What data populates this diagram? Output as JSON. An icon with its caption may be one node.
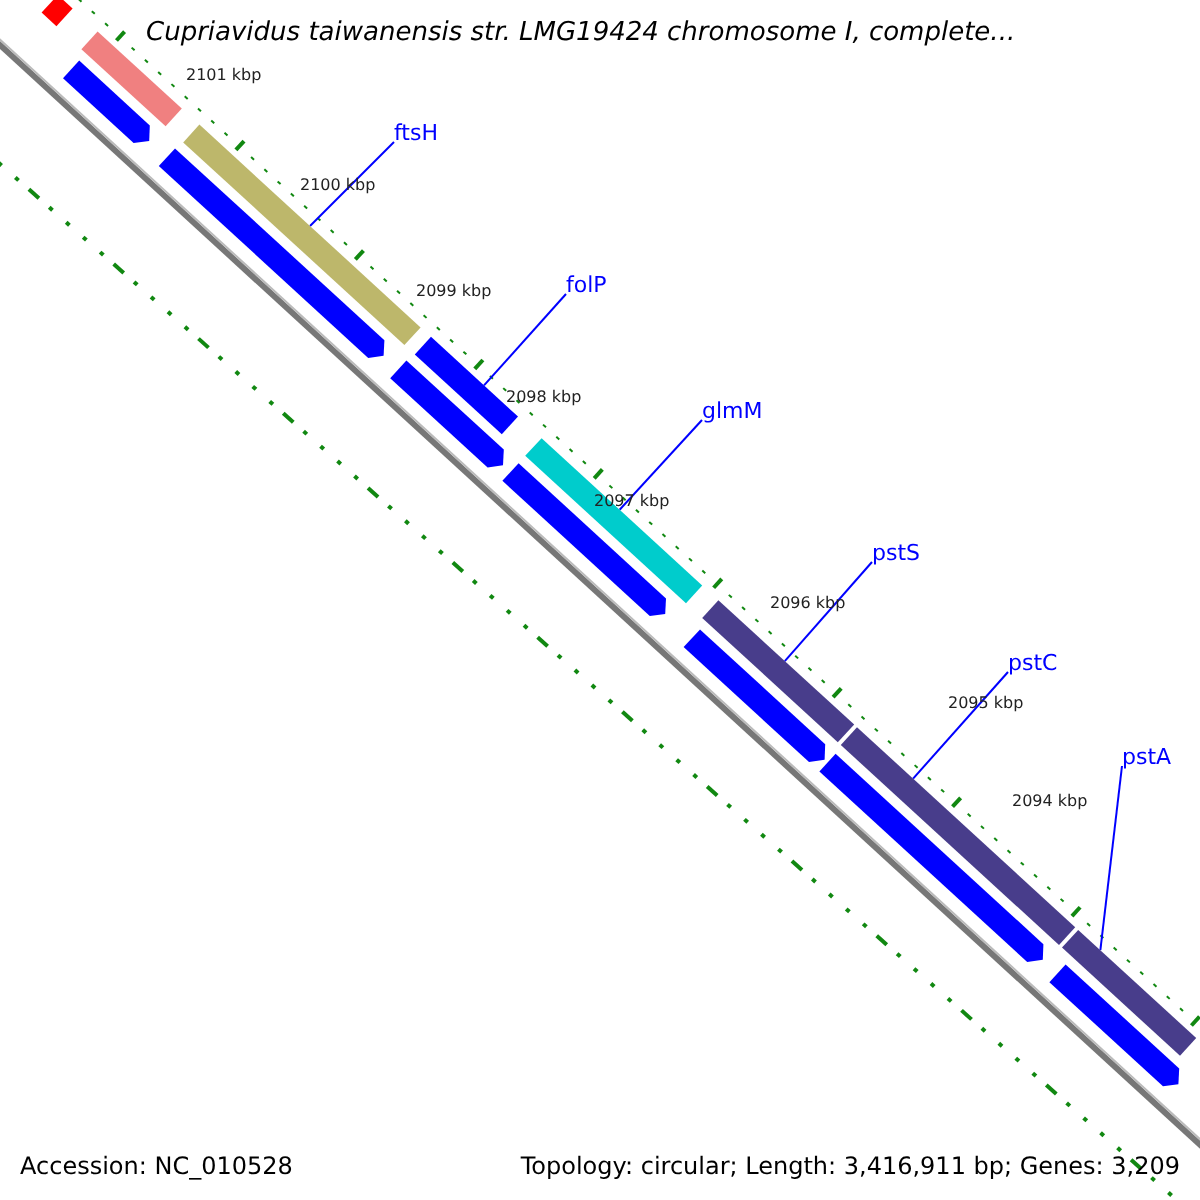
{
  "diagram": {
    "title": "Cupriavidus taiwanensis str. LMG19424 chromosome I, complete...",
    "nodes": [
      {
        "text": [
          "ftsH"
        ]
      },
      {
        "text": [],
        "shape": "bar"
      },
      {
        "text": [
          "folP"
        ]
      },
      {
        "text": [],
        "shape": "bar"
      },
      {
        "text": [
          "glmM"
        ]
      },
      {
        "text": [],
        "shape": "bar"
      },
      {
        "text": [
          "pstS"
        ]
      },
      {
        "text": [],
        "shape": "bar"
      },
      {
        "text": [
          "pstC"
        ]
      },
      {
        "text": [],
        "shape": "bar"
      },
      {
        "text": [
          "pstA"
        ]
      },
      {
        "text": [],
        "shape": "bar"
      },
      {
        "text": [],
        "shape": "bar"
      },
      {
        "text": [],
        "shape": "bar"
      },
      {
        "text": [],
        "shape": "bar"
      },
      {
        "text": [],
        "shape": "bar"
      },
      {
        "text": [],
        "shape": "bar"
      },
      {
        "text": [],
        "shape": "bar"
      },
      {
        "text": [],
        "shape": "bar"
      },
      {
        "text": [],
        "shape": "bar"
      },
      {
        "text": [],
        "shape": "bar"
      }
    ],
    "edges": [
      {
        "from": 0,
        "to": 1,
        "arrow": "none"
      },
      {
        "from": 2,
        "to": 3,
        "arrow": "none"
      },
      {
        "from": 4,
        "to": 5,
        "arrow": "none"
      },
      {
        "from": 6,
        "to": 7,
        "arrow": "none"
      },
      {
        "from": 8,
        "to": 9,
        "arrow": "none"
      },
      {
        "from": 10,
        "to": 11,
        "arrow": "none"
      }
    ],
    "labels": [
      "2101 kbp",
      "2100 kbp",
      "2099 kbp",
      "2098 kbp",
      "2097 kbp",
      "2096 kbp",
      "2095 kbp",
      "2094 kbp",
      "Accession: NC_010528",
      "Topology: circular; Length: 3,416,911 bp; Genes: 3,209"
    ]
  }
}
